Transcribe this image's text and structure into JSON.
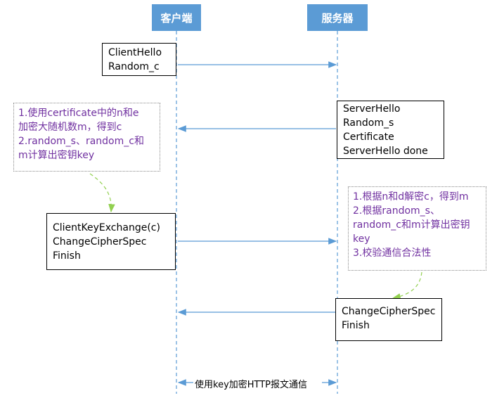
{
  "actors": {
    "client": "客户端",
    "server": "服务器"
  },
  "messages": {
    "client_hello": [
      "ClientHello",
      "Random_c"
    ],
    "server_hello": [
      "ServerHello",
      "Random_s",
      "Certificate",
      "ServerHello done"
    ],
    "client_key_exchange": [
      "ClientKeyExchange(c)",
      "ChangeCipherSpec",
      "Finish"
    ],
    "server_change_cipher": [
      "ChangeCipherSpec",
      "Finish"
    ]
  },
  "notes": {
    "client_note": [
      "1.使用certificate中的n和e",
      "加密大随机数m，得到c",
      "2.random_s、random_c和",
      "m计算出密钥key"
    ],
    "server_note": [
      "1.根据n和d解密c，得到m",
      "2.根据random_s、",
      "random_c和m计算出密钥",
      "key",
      "3.校验通信合法性"
    ]
  },
  "https_label": "使用key加密HTTP报文通信",
  "colors": {
    "actor_fill": "#5b9bd5",
    "lifeline": "#5b9bd5",
    "arrow": "#5b9bd5",
    "note_text": "#7030a0",
    "note_arrow": "#92d050",
    "box_border": "#000000"
  }
}
